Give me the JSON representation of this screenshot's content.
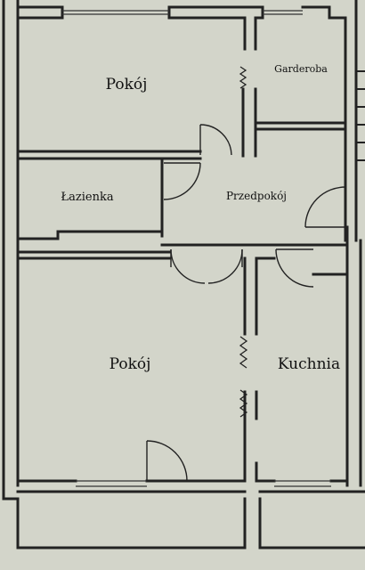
{
  "rooms": {
    "pokoj_top": "Pokój",
    "garderoba": "Garderoba",
    "lazienka": "Łazienka",
    "przedpokoj": "Przedpokój",
    "pokoj_bottom": "Pokój",
    "kuchnia": "Kuchnia"
  },
  "colors": {
    "background": "#c9cbc0",
    "floor": "#d3d5ca",
    "wall": "#222222",
    "text": "#111111"
  }
}
